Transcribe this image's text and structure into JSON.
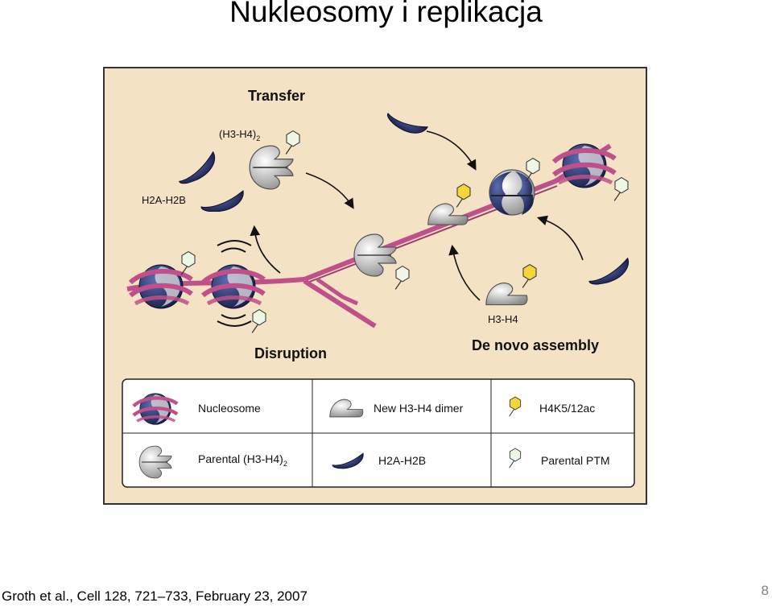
{
  "slide": {
    "title": "Nukleosomy i replikacja",
    "citation": "Groth et al., Cell 128, 721–733, February 23, 2007",
    "page_number": "8"
  },
  "diagram": {
    "labels": {
      "transfer": "Transfer",
      "h3h4_tetramer": "(H3-H4)",
      "h3h4_tetramer_sub": "2",
      "h2a_h2b": "H2A-H2B",
      "h3_h4": "H3-H4",
      "disruption": "Disruption",
      "de_novo": "De novo assembly"
    }
  },
  "legend": {
    "nucleosome": "Nucleosome",
    "new_dimer": "New H3-H4 dimer",
    "h4k": "H4K5/12ac",
    "parental": "Parental (H3-H4)",
    "parental_sub": "2",
    "h2a_h2b": "H2A-H2B",
    "parental_ptm": "Parental PTM"
  },
  "colors": {
    "panel_bg": "#f3e2c3",
    "dna": "#c0508a",
    "histone_dark": "#1c2350",
    "histone_grey": "#c6c6c6",
    "yellow_ptm": "#f5d63a",
    "green_ptm": "#eef7e4"
  }
}
